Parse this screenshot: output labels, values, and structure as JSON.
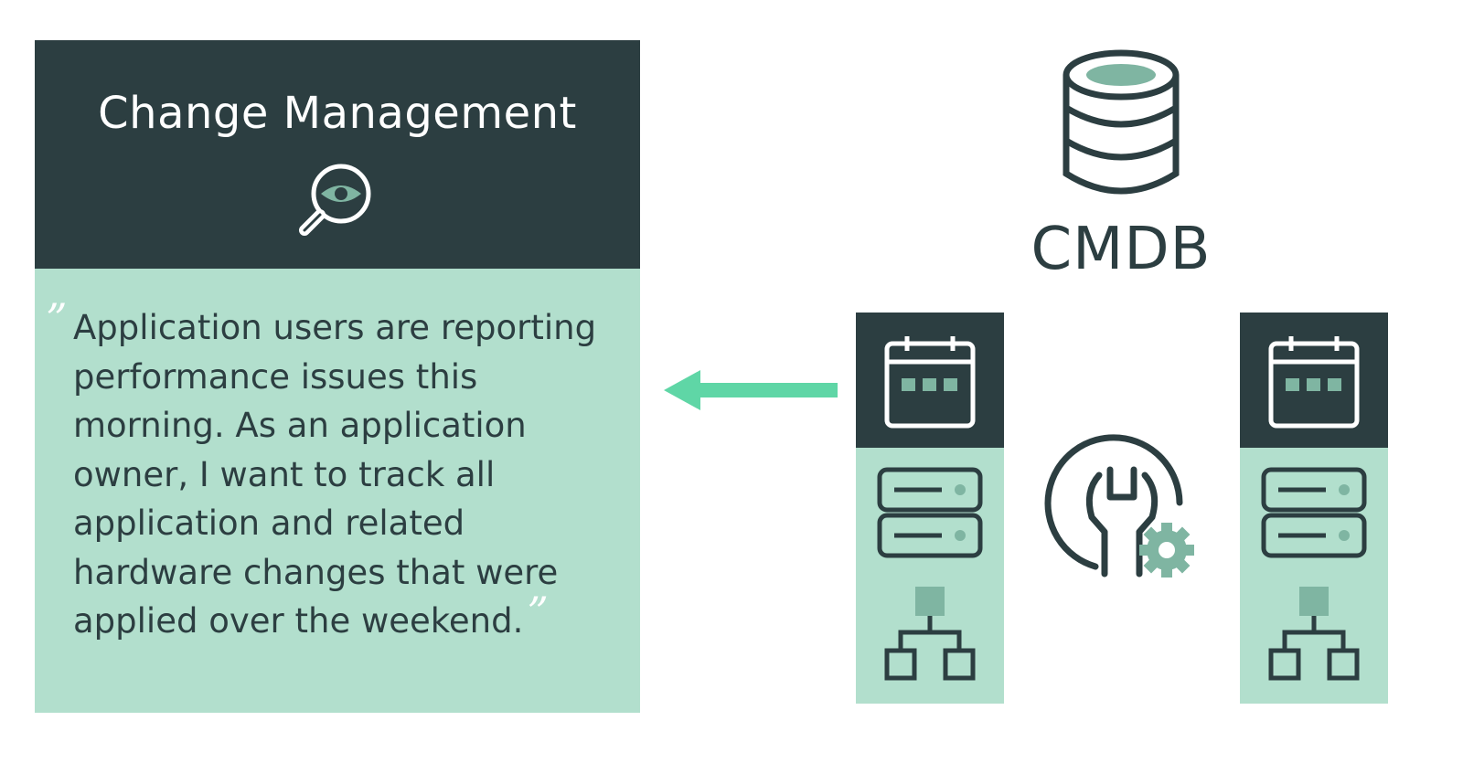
{
  "change_management": {
    "title": "Change Management",
    "icon": "magnifier-eye-icon",
    "quote_open": "”",
    "quote_text": "Application users are reporting performance issues this morning. As an application owner, I want to track all application and related hardware changes that were applied over the weekend.",
    "quote_close": "”"
  },
  "cmdb": {
    "label": "CMDB",
    "icon": "database-icon"
  },
  "config_items": [
    {
      "icons": [
        "calendar-icon",
        "server-icon",
        "hierarchy-icon"
      ]
    },
    {
      "icons": [
        "calendar-icon",
        "server-icon",
        "hierarchy-icon"
      ]
    }
  ],
  "center_icon": "wrench-gear-icon",
  "arrow_direction": "left",
  "colors": {
    "dark": "#2c3e41",
    "mint": "#b2dfcd",
    "accent_green": "#5fd6a6",
    "icon_fill": "#7fb5a2",
    "white": "#ffffff"
  }
}
